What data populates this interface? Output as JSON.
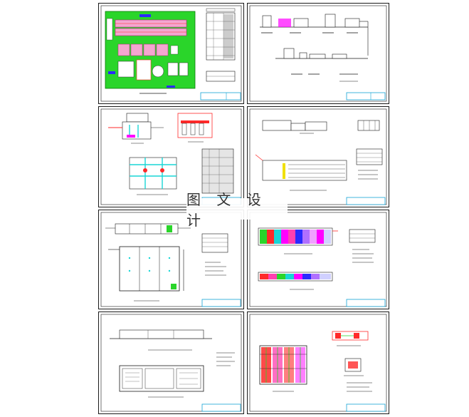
{
  "watermark": {
    "text": "图 文 设 计"
  },
  "colors": {
    "border": "#1a1a1a",
    "title_block": "#14a4d6",
    "site_green": "#2ad52a",
    "pink": "#ff3fb0",
    "red": "#ff2a2a",
    "blue": "#2a2aff",
    "magenta": "#ff00ff",
    "cyan": "#18d6d6"
  },
  "sheets": [
    {
      "id": "site-plan"
    },
    {
      "id": "process-elevation"
    },
    {
      "id": "pump-station"
    },
    {
      "id": "grit-chamber"
    },
    {
      "id": "anoxic-tank"
    },
    {
      "id": "aeration-tank"
    },
    {
      "id": "building-elevation"
    },
    {
      "id": "sludge-treatment"
    }
  ]
}
